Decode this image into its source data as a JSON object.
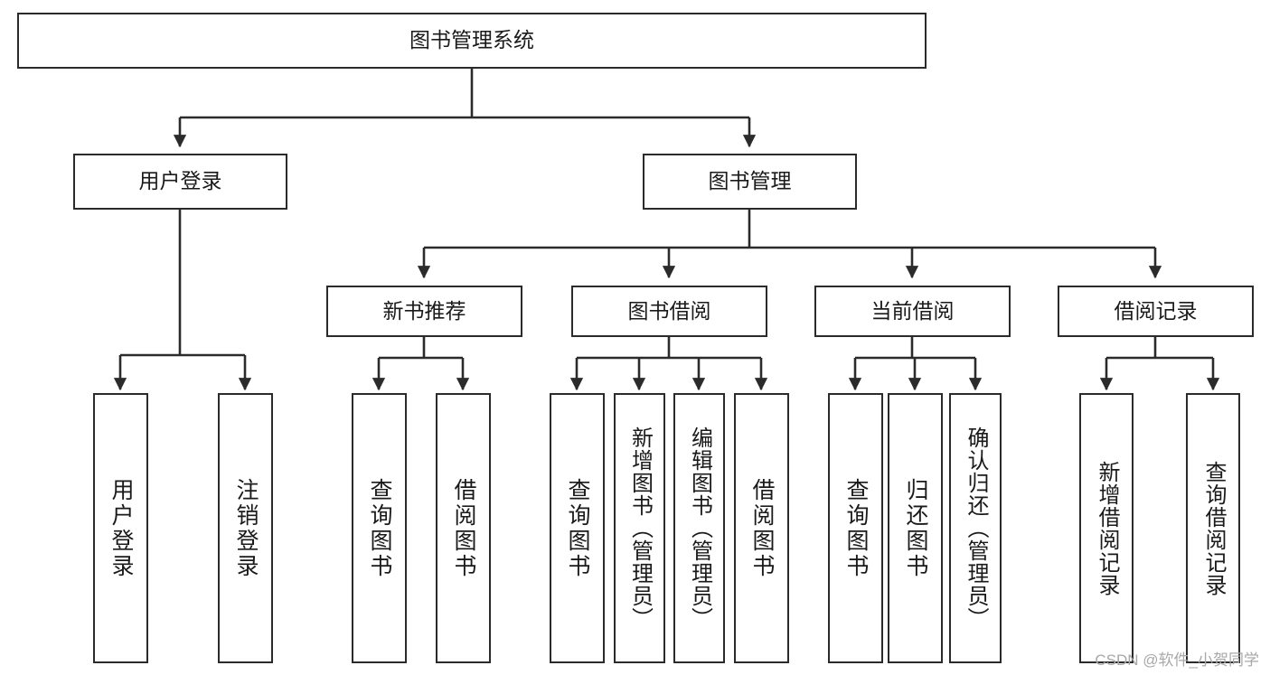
{
  "diagram": {
    "title": "图书管理系统",
    "type": "hierarchy-tree",
    "root": {
      "id": "root",
      "label": "图书管理系统"
    },
    "level2": [
      {
        "id": "user-login",
        "label": "用户登录"
      },
      {
        "id": "book-manage",
        "label": "图书管理"
      }
    ],
    "level3": [
      {
        "id": "new-book-rec",
        "label": "新书推荐",
        "parent": "book-manage"
      },
      {
        "id": "book-borrow",
        "label": "图书借阅",
        "parent": "book-manage"
      },
      {
        "id": "current-borrow",
        "label": "当前借阅",
        "parent": "book-manage"
      },
      {
        "id": "borrow-record",
        "label": "借阅记录",
        "parent": "book-manage"
      }
    ],
    "leaves": [
      {
        "id": "leaf-user-login",
        "label": "用户登录",
        "parent": "user-login"
      },
      {
        "id": "leaf-user-logout",
        "label": "注销登录",
        "parent": "user-login"
      },
      {
        "id": "leaf-query-book-1",
        "label": "查询图书",
        "parent": "new-book-rec"
      },
      {
        "id": "leaf-borrow-book-1",
        "label": "借阅图书",
        "parent": "new-book-rec"
      },
      {
        "id": "leaf-query-book-2",
        "label": "查询图书",
        "parent": "book-borrow"
      },
      {
        "id": "leaf-add-book",
        "label": "新增图书（管理员）",
        "parent": "book-borrow"
      },
      {
        "id": "leaf-edit-book",
        "label": "编辑图书（管理员）",
        "parent": "book-borrow"
      },
      {
        "id": "leaf-borrow-book-2",
        "label": "借阅图书",
        "parent": "book-borrow"
      },
      {
        "id": "leaf-query-book-3",
        "label": "查询图书",
        "parent": "current-borrow"
      },
      {
        "id": "leaf-return-book",
        "label": "归还图书",
        "parent": "current-borrow"
      },
      {
        "id": "leaf-confirm-return",
        "label": "确认归还（管理员）",
        "parent": "current-borrow"
      },
      {
        "id": "leaf-add-record",
        "label": "新增借阅记录",
        "parent": "borrow-record"
      },
      {
        "id": "leaf-query-record",
        "label": "查询借阅记录",
        "parent": "borrow-record"
      }
    ],
    "colors": {
      "border": "#2b2b2b",
      "background": "#ffffff",
      "text": "#1a1a1a",
      "watermark": "#a8a8a8"
    }
  },
  "watermark": {
    "text": "CSDN @软件_小贺同学"
  }
}
